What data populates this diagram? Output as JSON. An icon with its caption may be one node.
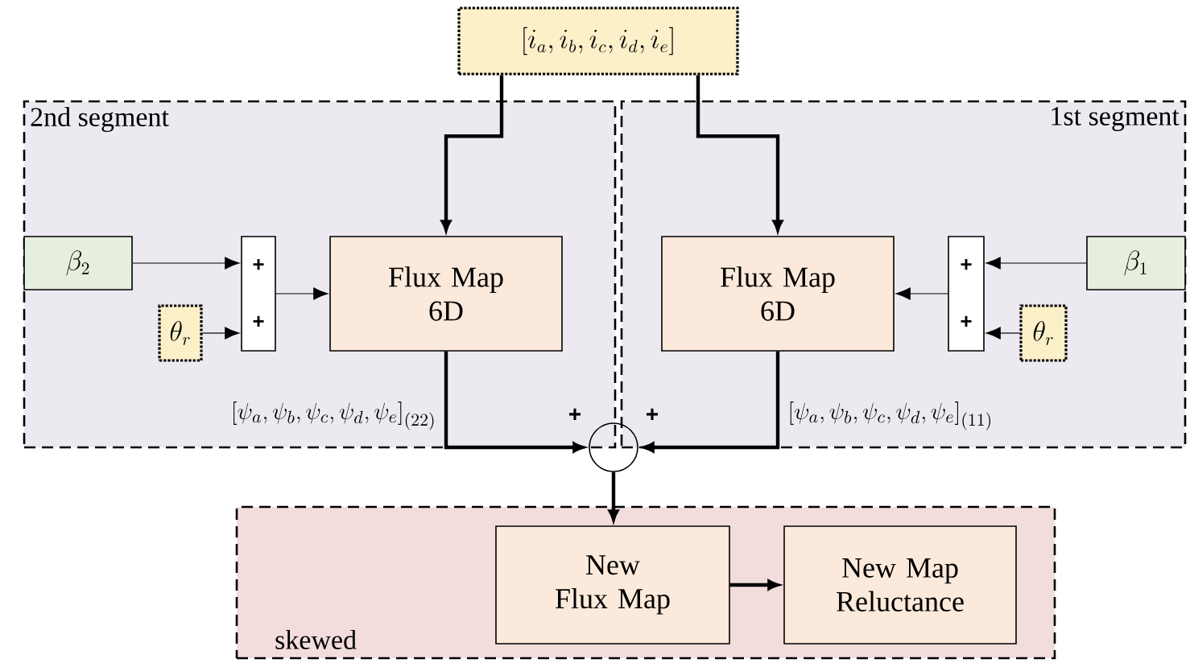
{
  "diagram": {
    "nodes": [
      {
        "text": [
          "\\left[i_a,i_b,i_c,i_d,i_e\\right]"
        ]
      },
      {
        "text": [
          "2nd segment"
        ]
      },
      {
        "text": [
          "1st segment"
        ]
      },
      {
        "text": [
          "\\beta_2"
        ],
        "in": 1
      },
      {
        "text": [
          "\\theta_r"
        ],
        "in": 1
      },
      {
        "text": [
          "+",
          "+"
        ],
        "in": 1
      },
      {
        "text": [
          "Flux Map 6D"
        ],
        "in": 1
      },
      {
        "text": [
          "Flux Map 6D"
        ],
        "in": 2
      },
      {
        "text": [
          "+",
          "+"
        ],
        "in": 2
      },
      {
        "text": [
          "\\beta_1"
        ],
        "in": 2
      },
      {
        "text": [
          "\\theta_r"
        ],
        "in": 2
      },
      {
        "text": [],
        "shape": "circle"
      },
      {
        "text": [
          "skewed"
        ]
      },
      {
        "text": [
          "New Flux Map"
        ],
        "in": 12
      },
      {
        "text": [
          "New Map Reluctance"
        ],
        "in": 12
      }
    ],
    "edges": [
      {
        "from": 0,
        "to": 6,
        "arrow": "to",
        "style": "thick"
      },
      {
        "from": 0,
        "to": 7,
        "arrow": "to",
        "style": "thick"
      },
      {
        "from": 3,
        "to": 5,
        "arrow": "to"
      },
      {
        "from": 4,
        "to": 5,
        "arrow": "to"
      },
      {
        "from": 5,
        "to": 6,
        "arrow": "to"
      },
      {
        "from": 9,
        "to": 8,
        "arrow": "to"
      },
      {
        "from": 10,
        "to": 8,
        "arrow": "to"
      },
      {
        "from": 8,
        "to": 7,
        "arrow": "to"
      },
      {
        "from": 6,
        "to": 11,
        "arrow": "to",
        "style": "thick",
        "label": "\\left[\\psi_a,\\psi_b,\\psi_c,\\psi_d,\\psi_e\\right]_{(22)}"
      },
      {
        "from": 7,
        "to": 11,
        "arrow": "to",
        "style": "thick",
        "label": "\\left[\\psi_a,\\psi_b,\\psi_c,\\psi_d,\\psi_e\\right]_{(11)}"
      },
      {
        "from": 11,
        "to": 13,
        "arrow": "to",
        "style": "thick"
      },
      {
        "from": 13,
        "to": 14,
        "arrow": "to",
        "style": "thick"
      }
    ],
    "labels": [
      "+",
      "+"
    ]
  }
}
